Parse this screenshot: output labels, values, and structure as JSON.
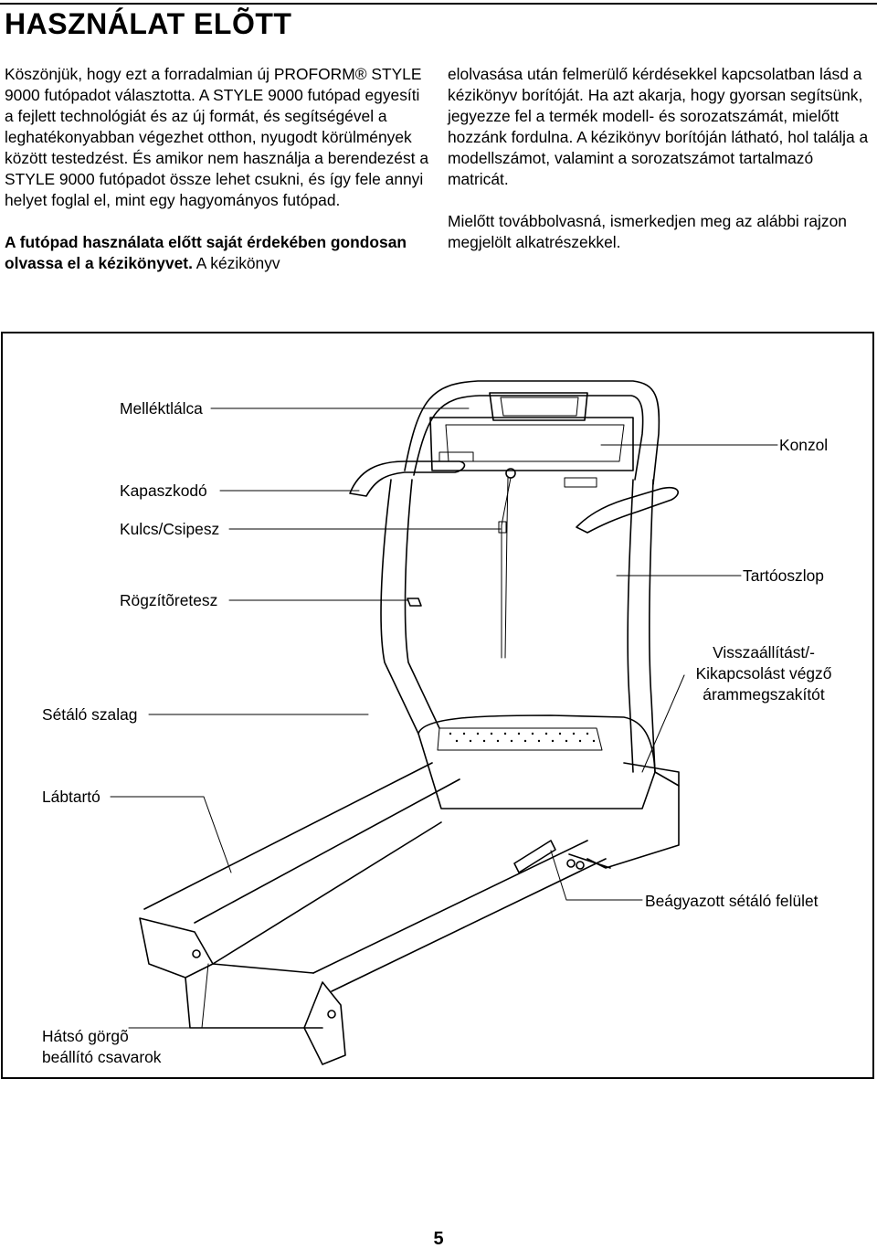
{
  "page": {
    "title": "HASZNÁLAT ELÕTT",
    "page_number": "5"
  },
  "left_column": {
    "p1": "Köszönjük, hogy ezt a forradalmian új PROFORM® STYLE 9000 futópadot választotta. A STYLE 9000 futópad egyesíti a fejlett technológiát és az új formát, és segítségével a leghatékonyabban végezhet otthon, nyugodt körülmények között testedzést. És amikor nem használja a berendezést a STYLE 9000 futópadot össze lehet csukni, és így fele annyi helyet foglal el, mint egy hagyományos futópad.",
    "p2_bold": "A futópad használata előtt saját érdekében gondosan olvassa el a kézikönyvet.",
    "p2_rest": " A kézikönyv"
  },
  "right_column": {
    "p1": "elolvasása után felmerülő kérdésekkel kapcsolatban lásd a kézikönyv borítóját. Ha azt akarja, hogy gyorsan segítsünk, jegyezze fel a termék modell- és sorozatszámát, mielőtt hozzánk fordulna. A kézikönyv borítóján látható, hol találja a modellszámot, valamint a sorozatszámot tartalmazó matricát.",
    "p2": "Mielőtt továbbolvasná, ismerkedjen meg az alábbi rajzon megjelölt alkatrészekkel."
  },
  "figure": {
    "labels": {
      "accessory_tray": "Melléktlálca",
      "console": "Konzol",
      "handrail": "Kapaszkodó",
      "key_clip": "Kulcs/Csipesz",
      "latch": "Rögzítõretesz",
      "upright": "Tartóoszlop",
      "reset_line1": "Visszaállítást/-",
      "reset_line2": "Kikapcsolást végző",
      "reset_line3": "árammegszakítót",
      "walking_belt": "Sétáló szalag",
      "foot_rail": "Lábtartó",
      "deck": "Beágyazott sétáló felület",
      "roller_line1": "Hátsó görgõ",
      "roller_line2": "beállító csavarok"
    }
  }
}
